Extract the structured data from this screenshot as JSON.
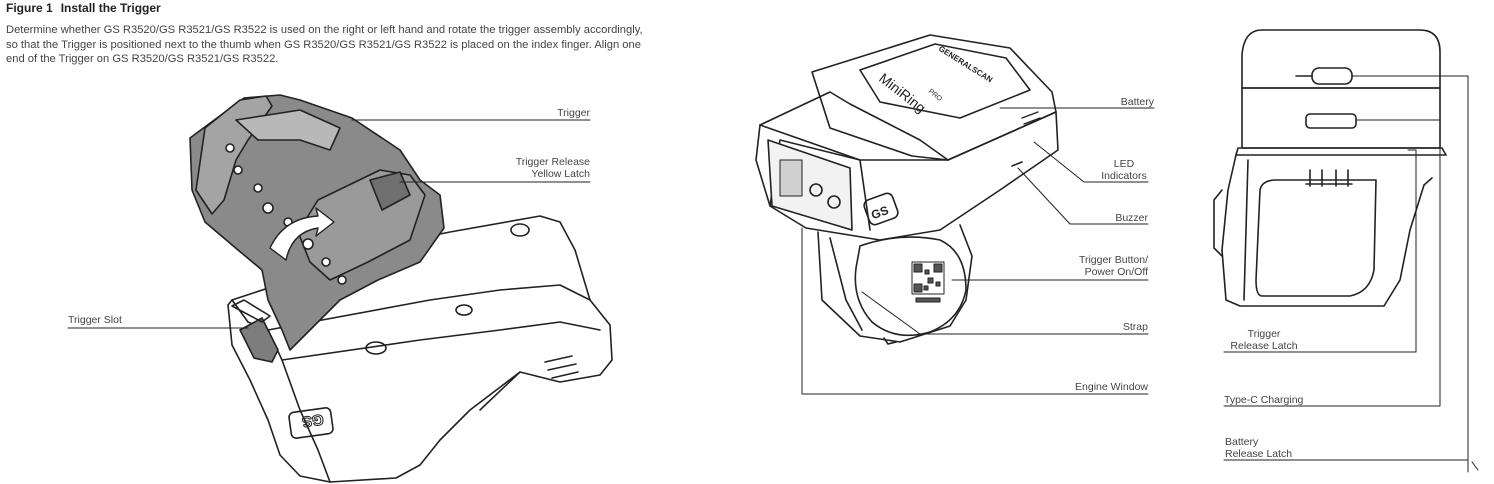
{
  "figure": {
    "number": "Figure 1",
    "title": "Install the Trigger",
    "description_lines": [
      "Determine whether GS R3520/GS R3521/GS R3522 is used on the right or left hand and rotate the trigger assembly accordingly,",
      "so that the Trigger is positioned next to the thumb when GS R3520/GS R3521/GS R3522 is placed on the index finger. Align one",
      "end of the Trigger on GS R3520/GS R3521/GS R3522."
    ]
  },
  "left_diagram": {
    "trigger": "Trigger",
    "trigger_release_line1": "Trigger Release",
    "trigger_release_line2": "Yellow Latch",
    "trigger_slot": "Trigger Slot",
    "logo_text": "GS"
  },
  "middle_diagram": {
    "brand_text": "GENERALSCAN",
    "model_text": "MiniRing",
    "model_sub": "PRO",
    "logo_text": "GS",
    "battery": "Battery",
    "led_line1": "LED",
    "led_line2": "Indicators",
    "buzzer": "Buzzer",
    "trigger_button_line1": "Trigger Button/",
    "trigger_button_line2": "Power On/Off",
    "strap": "Strap",
    "engine_window": "Engine Window"
  },
  "right_diagram": {
    "trigger_release_latch_line1": "Trigger",
    "trigger_release_latch_line2": "Release Latch",
    "type_c": "Type-C Charging",
    "battery_release_line1": "Battery",
    "battery_release_line2": "Release Latch"
  }
}
